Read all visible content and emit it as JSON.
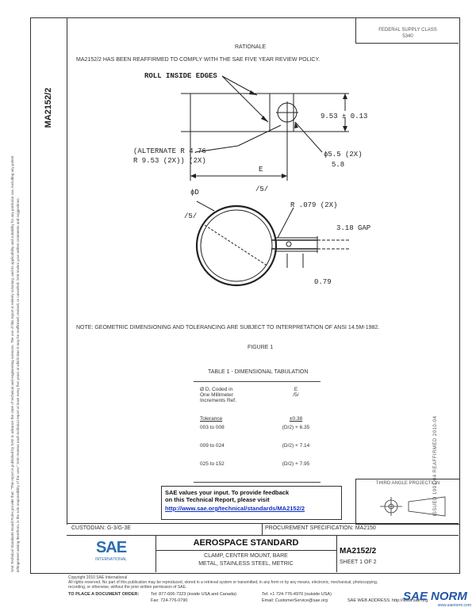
{
  "header": {
    "fed_sup_class": [
      "FEDERAL SUPPLY CLASS",
      "5340"
    ],
    "rationale_title": "RATIONALE",
    "rationale_text": "MA2152/2 HAS BEEN REAFFIRMED TO COMPLY WITH THE SAE FIVE YEAR REVIEW POLICY."
  },
  "doc_number_side": "MA2152/2",
  "drawing": {
    "roll_inside_edges": "ROLL INSIDE EDGES",
    "dim_953": "9.53 ± 0.13",
    "alternate_line1": "(ALTERNATE  R 4.76",
    "alternate_line2": "R 9.53 (2X)) (2X)",
    "hole_dia": "ϕ5.5 (2X)",
    "hole_dia2": "5.8",
    "e_label": "E",
    "five_1": "/5/",
    "phi_d": "ϕD",
    "five_2": "/5/",
    "r079": "R .079 (2X)",
    "gap": "3.18 GAP",
    "dim079": "0.79"
  },
  "note": "NOTE:  GEOMETRIC DIMENSIONING AND TOLERANCING ARE SUBJECT TO INTERPRETATION OF ANSI 14.5M-1982.",
  "figure_label": "FIGURE 1",
  "table": {
    "title": "TABLE 1 - DIMENSIONAL TABULATION",
    "header_left": [
      "Ø D, Coded in",
      "One Millimeter",
      "Increments Ref."
    ],
    "header_right": [
      "E",
      "",
      "/5/"
    ],
    "tolerance_left": "Tolerance",
    "tolerance_right": "±0.38",
    "rows": [
      {
        "range": "003 to 008",
        "value": "(D/2) + 6.35"
      },
      {
        "range": "009 to 024",
        "value": "(D/2) + 7.14"
      },
      {
        "range": "025 to 152",
        "value": "(D/2) + 7.95"
      }
    ]
  },
  "feedback": {
    "line1": "SAE values your input. To provide feedback",
    "line2": "on this Technical Report, please visit",
    "link": "http://www.sae.org/technical/standards/MA2152/2"
  },
  "third_angle": "THIRD ANGLE PROJECTION",
  "side_right_code": "ISSUED 1991-04   REAFFIRMED 2010-04",
  "footer": {
    "custodian": "CUSTODIAN:  G-3/G-3E",
    "procurement": "PROCUREMENT SPECIFICATION:  MA2150",
    "sae_logo": "SAE",
    "sae_intl": "INTERNATIONAL",
    "aerospace": "AEROSPACE STANDARD",
    "title_line1": "CLAMP, CENTER MOUNT, BARE",
    "title_line2": "METAL, STAINLESS STEEL, METRIC",
    "doc_number": "MA2152/2",
    "sheet": "SHEET 1 OF 2",
    "copyright": "Copyright 2010 SAE International",
    "rights": "All rights reserved. No part of this publication may be reproduced, stored in a retrieval system or transmitted, in any form or by any means, electronic, mechanical, photocopying,",
    "rights2": "recording, or otherwise, without the prior written permission of SAE.",
    "order_label": "TO PLACE A DOCUMENT ORDER:",
    "tel1": "Tel: 877-606-7323 (inside USA and Canada)",
    "tel2": "Tel: +1 724-776-4970 (outside USA)",
    "fax": "Fax: 724-776-0790",
    "email": "Email: CustomerService@sae.org",
    "web": "SAE WEB ADDRESS:  http://www.sae.org"
  },
  "left_margin_note": "SAE Technical Standards Board Rules provide that: \"This report is published by SAE to advance the state of technical and engineering sciences. The use of this report is entirely voluntary, and its applicability and suitability for any particular use, including any patent infringement arising therefrom, is the sole responsibility of the user.\" SAE reviews each technical report at least every five years at which time it may be reaffirmed, revised, or cancelled. SAE invites your written comments and suggestions.",
  "watermark": {
    "big": "SAE NORM",
    "small": "www.saenorm.com"
  }
}
